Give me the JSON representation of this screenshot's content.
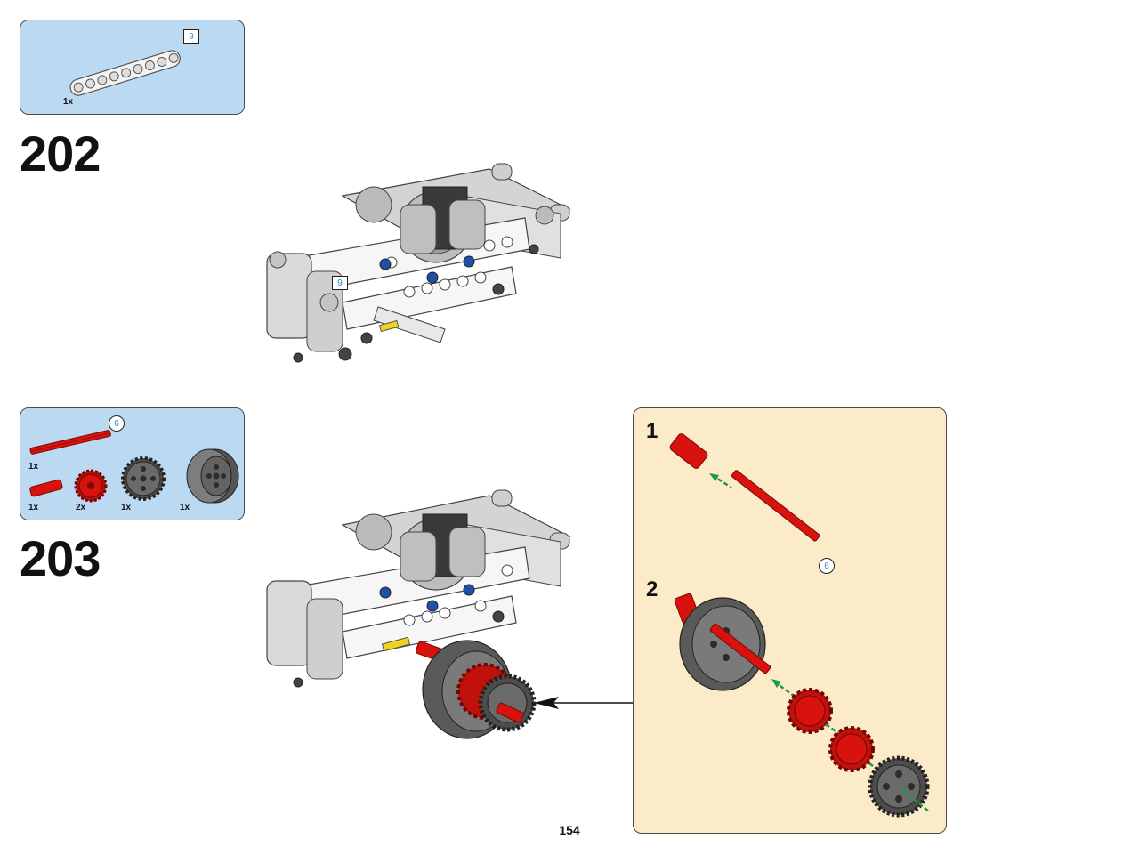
{
  "page": {
    "number": "154"
  },
  "steps": [
    {
      "number": "202",
      "parts": [
        {
          "name": "beam-9",
          "qty": "1x",
          "length": "9",
          "color": "#f2f2f2"
        }
      ],
      "callout_length": "9"
    },
    {
      "number": "203",
      "parts": [
        {
          "name": "axle-6",
          "qty": "1x",
          "length": "6",
          "color": "#d8120c"
        },
        {
          "name": "axle-connector",
          "qty": "1x",
          "color": "#d8120c"
        },
        {
          "name": "gear-16-red",
          "qty": "2x",
          "color": "#d8120c"
        },
        {
          "name": "gear-24-dark",
          "qty": "1x",
          "color": "#5a5a5a"
        },
        {
          "name": "differential-housing",
          "qty": "1x",
          "color": "#6f6f6f"
        }
      ],
      "substeps": [
        {
          "number": "1",
          "length": "6"
        },
        {
          "number": "2"
        }
      ]
    }
  ],
  "colors": {
    "parts_box": "#bcd9f2",
    "subassembly_panel": "#fcebc9",
    "lego_red": "#d8120c",
    "dark_grey": "#5a5a5a",
    "light_grey": "#c8c8c8",
    "guide_arrow": "#1e9a43",
    "length_label": "#1d8fd3"
  },
  "icons": {
    "beam": "lego-beam-icon",
    "axle": "lego-axle-icon",
    "gear": "lego-gear-icon",
    "differential": "lego-differential-icon",
    "pointer_arrow": "arrow-left-icon"
  }
}
